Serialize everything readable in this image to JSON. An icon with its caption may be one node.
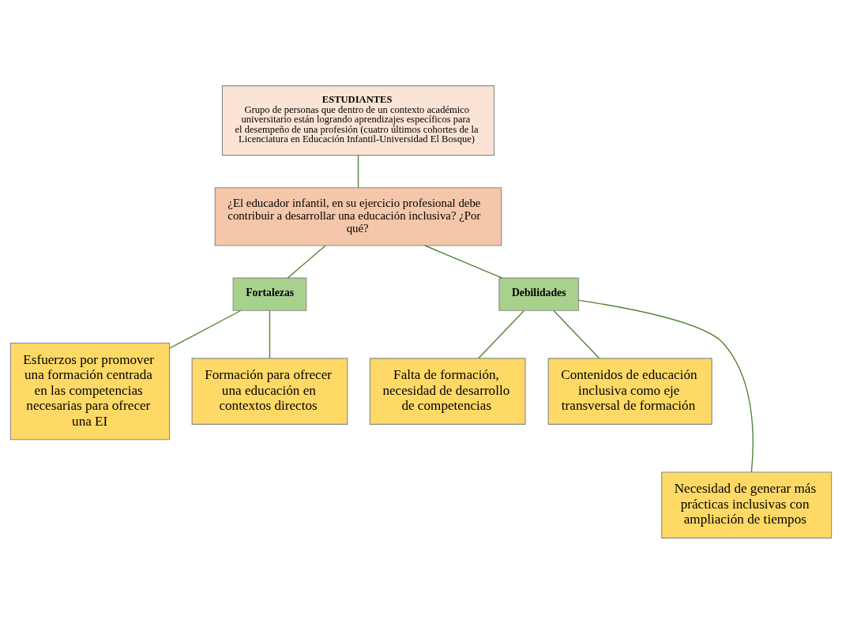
{
  "diagram": {
    "nodes": [
      {
        "text": [
          "ESTUDIANTES",
          "Grupo de personas que dentro de un contexto académico universitario están logrando aprendizajes específicos para el desempeño de una profesión (cuatro últimos cohortes de la Licenciatura en Educación Infantil-Universidad El Bosque)"
        ]
      },
      {
        "text": [
          "¿El educador infantil, en su ejercicio profesional debe contribuir a desarrollar una educación inclusiva? ¿Por qué?"
        ]
      },
      {
        "text": [
          "Fortalezas"
        ]
      },
      {
        "text": [
          "Debilidades"
        ]
      },
      {
        "text": [
          "Esfuerzos por promover una formación centrada en las competencias necesarias para ofrecer una EI"
        ]
      },
      {
        "text": [
          "Formación para ofrecer una educación en contextos directos"
        ]
      },
      {
        "text": [
          "Falta de formación, necesidad de desarrollo de competencias"
        ]
      },
      {
        "text": [
          "Contenidos de educación inclusiva como eje transversal de formación"
        ]
      },
      {
        "text": [
          "Necesidad de generar más prácticas inclusivas con ampliación de tiempos"
        ]
      }
    ],
    "edges": [
      {
        "from": 0,
        "to": 1,
        "arrow": "none"
      },
      {
        "from": 1,
        "to": 2,
        "arrow": "none"
      },
      {
        "from": 1,
        "to": 3,
        "arrow": "none"
      },
      {
        "from": 2,
        "to": 4,
        "arrow": "none"
      },
      {
        "from": 2,
        "to": 5,
        "arrow": "none"
      },
      {
        "from": 3,
        "to": 6,
        "arrow": "none"
      },
      {
        "from": 3,
        "to": 7,
        "arrow": "none"
      },
      {
        "from": 3,
        "to": 8,
        "arrow": "none"
      }
    ]
  }
}
